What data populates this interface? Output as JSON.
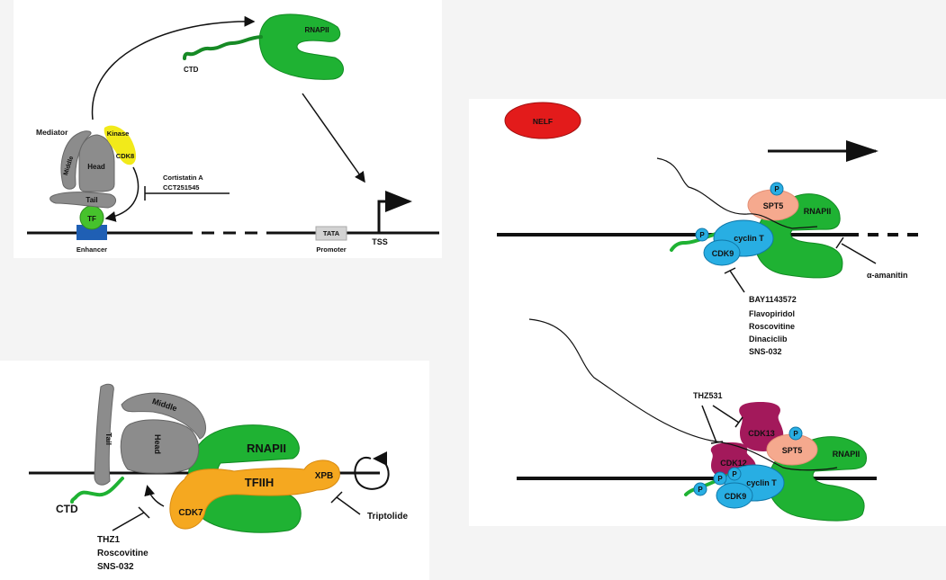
{
  "colors": {
    "rnapii_green": "#1fb233",
    "mediator_gray": "#8c8c8c",
    "kinase_yellow": "#f2ea1a",
    "enhancer_blue": "#1f5fb4",
    "tf_green": "#46c22c",
    "tfiih_orange": "#f5a820",
    "cdk_blue": "#28aee3",
    "spt5_salmon": "#f5a98e",
    "cdk12_13_magenta": "#a3195b",
    "nelf_red": "#e31b1b",
    "tata_gray": "#d3d3d3"
  },
  "panel_top_left": {
    "rnapii_label": "RNAPII",
    "ctd_label": "CTD",
    "mediator_label": "Mediator",
    "middle_label": "Middle",
    "head_label": "Head",
    "tail_label": "Tail",
    "kinase_label": "Kinase",
    "cdk8_label": "CDK8",
    "tf_label": "TF",
    "enhancer_label": "Enhancer",
    "tata_label": "TATA",
    "promoter_label": "Promoter",
    "tss_label": "TSS",
    "inhibitors": [
      "Cortistatin A",
      "CCT251545"
    ]
  },
  "panel_bottom_left": {
    "tail_label": "Tail",
    "middle_label": "Middle",
    "head_label": "Head",
    "rnapii_label": "RNAPII",
    "tfiih_label": "TFIIH",
    "xpb_label": "XPB",
    "cdk7_label": "CDK7",
    "ctd_label": "CTD",
    "cdk7_inhibitors": [
      "THZ1",
      "Roscovitine",
      "SNS-032"
    ],
    "xpb_inhibitor": "Triptolide"
  },
  "panel_right": {
    "nelf_label": "NELF",
    "upper": {
      "spt5_label": "SPT5",
      "rnapii_label": "RNAPII",
      "cyclin_label": "cyclin T",
      "cdk9_label": "CDK9",
      "phospho_label": "P",
      "rnapii_inhibitor": "α-amanitin",
      "cdk9_inhibitors": [
        "BAY1143572",
        "Flavopiridol",
        "Roscovitine",
        "Dinaciclib",
        "SNS-032"
      ]
    },
    "lower": {
      "thz_label": "THZ531",
      "cdk13_label": "CDK13",
      "cdk12_label": "CDK12",
      "spt5_label": "SPT5",
      "rnapii_label": "RNAPII",
      "cyclin_label": "cyclin T",
      "cdk9_label": "CDK9",
      "phospho_label": "P"
    }
  }
}
